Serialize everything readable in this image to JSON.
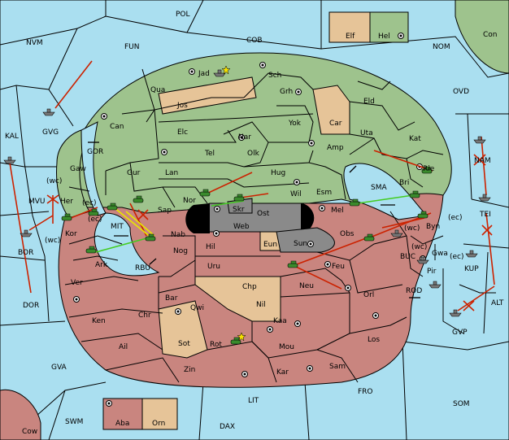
{
  "map": {
    "colors": {
      "sea": "#aadff0",
      "green_power": "#9ec38d",
      "red_power": "#c9857f",
      "neutral": "#e6c498",
      "impassable": "#8a8a8a",
      "order_move": "#cc2200",
      "order_support": "#44cc22"
    },
    "sea_labels": {
      "pol": "POL",
      "cob": "COB",
      "fun": "FUN",
      "nvm": "NVM",
      "nom": "NOM",
      "con": "Con",
      "ovd": "OVD",
      "kal": "KAL",
      "gvg": "GVG",
      "gor": "GOR",
      "mvu": "MVU",
      "bor": "BOR",
      "dor": "DOR",
      "gva": "GVA",
      "swm": "SWM",
      "lit": "LIT",
      "dax": "DAX",
      "fro": "FRO",
      "som": "SOM",
      "cow": "Cow",
      "nam": "NAM",
      "tei": "TEI",
      "kup": "KUP",
      "alt": "ALT",
      "gvp": "GVP",
      "rod": "ROD",
      "buc": "BUC",
      "sma": "SMA",
      "mit": "MIT",
      "rbu": "RBU"
    },
    "green_labels": {
      "jad": "Jad",
      "sch": "Sch",
      "qua": "Qua",
      "grh": "Grh",
      "eld": "Eld",
      "can": "Can",
      "elc": "Elc",
      "nar": "Nar",
      "yok": "Yok",
      "uta": "Uta",
      "kat": "Kat",
      "tel": "Tel",
      "olk": "Olk",
      "amp": "Amp",
      "gaw": "Gaw",
      "gur": "Gur",
      "lan": "Lan",
      "hug": "Hug",
      "bri": "Bri",
      "rie": "Rie",
      "nor": "Nor",
      "wil": "Wil",
      "esm": "Esm",
      "sap": "Sap",
      "her": "Her",
      "hel": "Hel"
    },
    "neutral_labels": {
      "jos": "Jos",
      "car": "Car",
      "elf": "Elf",
      "chp": "Chp",
      "nil": "Nil",
      "sot": "Sot",
      "eun": "Eun",
      "orn": "Orn"
    },
    "red_labels": {
      "kor": "Kor",
      "nab": "Nab",
      "hil": "Hil",
      "nog": "Nog",
      "ark": "Ark",
      "ver": "Ver",
      "uru": "Uru",
      "feu": "Feu",
      "obs": "Obs",
      "byn": "Byn",
      "gwa": "Gwa",
      "pir": "Pir",
      "mel": "Mel",
      "neu": "Neu",
      "orl": "Orl",
      "bar": "Bar",
      "qwi": "Qwi",
      "ken": "Ken",
      "chr": "Chr",
      "kaa": "Kaa",
      "ail": "Ail",
      "rot": "Rot",
      "mou": "Mou",
      "los": "Los",
      "zin": "Zin",
      "kar": "Kar",
      "sam": "Sam",
      "aba": "Aba"
    },
    "grey_labels": {
      "skr": "Skr",
      "ost": "Ost",
      "web": "Web",
      "sun": "Sun"
    },
    "coast_tags": {
      "wc_her": "(wc)",
      "ec_her": "(ec)",
      "ec_kor": "(ec)",
      "wc_kor": "(wc)",
      "wc_byn": "(wc)",
      "ec_byn": "(ec)",
      "wc_gwa": "(wc)",
      "ec_gwa": "(ec)"
    }
  }
}
